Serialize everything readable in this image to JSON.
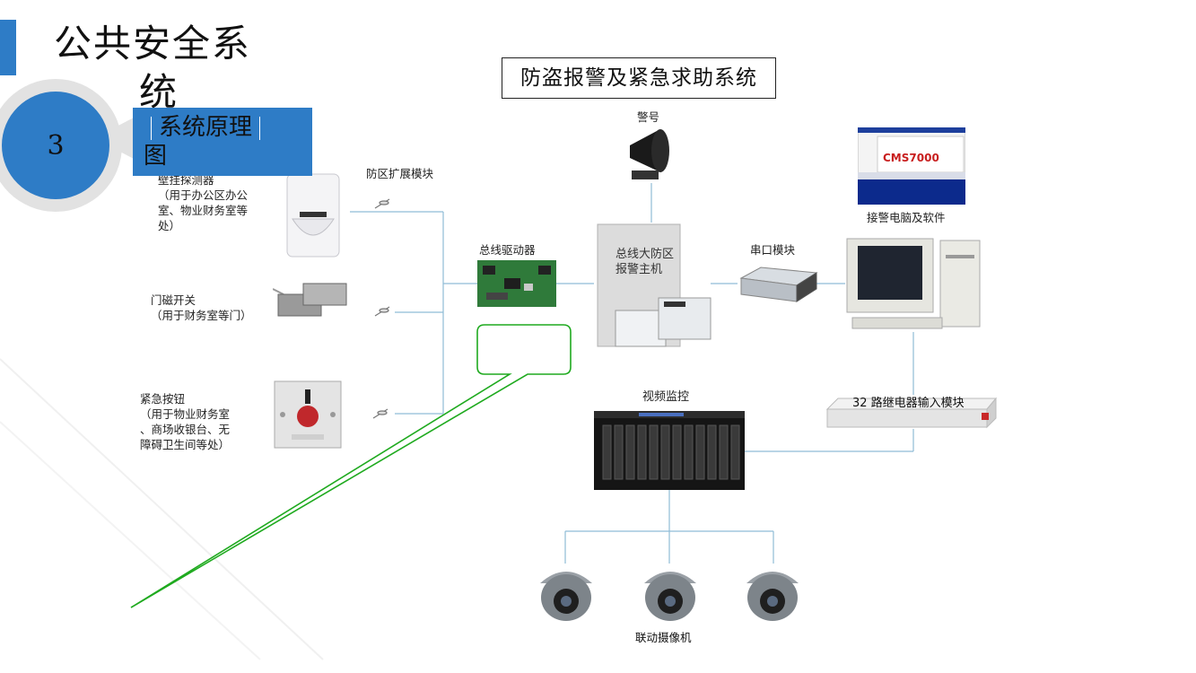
{
  "page_title_line1": "公共安全系",
  "page_title_line2": "统",
  "section": {
    "number": "3",
    "label_line1": "系统原理",
    "label_line2": "图"
  },
  "system_title": "防盗报警及紧急求助系统",
  "devices": {
    "wall_detector": {
      "name": "壁挂探测器",
      "desc": "（用于办公区办公\n室、物业财务室等\n处）"
    },
    "door_switch": {
      "name": "门磁开关",
      "desc": "（用于财务室等门）"
    },
    "panic_button": {
      "name": "紧急按钮",
      "desc": "（用于物业财务室\n、商场收银台、无\n障碍卫生间等处）"
    },
    "zone_module": "防区扩展模块",
    "bus_driver": "总线驱动器",
    "alarm_host": "总线大防区\n报警主机",
    "siren": "警号",
    "serial_module": "串口模块",
    "alarm_pc": "接警电脑及软件",
    "pc_screen_text": "CMS7000",
    "relay_module": "32 路继电器输入模块",
    "video": "视频监控",
    "cameras": "联动摄像机"
  },
  "colors": {
    "accent": "#2e7cc6",
    "line": "#8fbcd6",
    "green": "#1faa1f"
  }
}
